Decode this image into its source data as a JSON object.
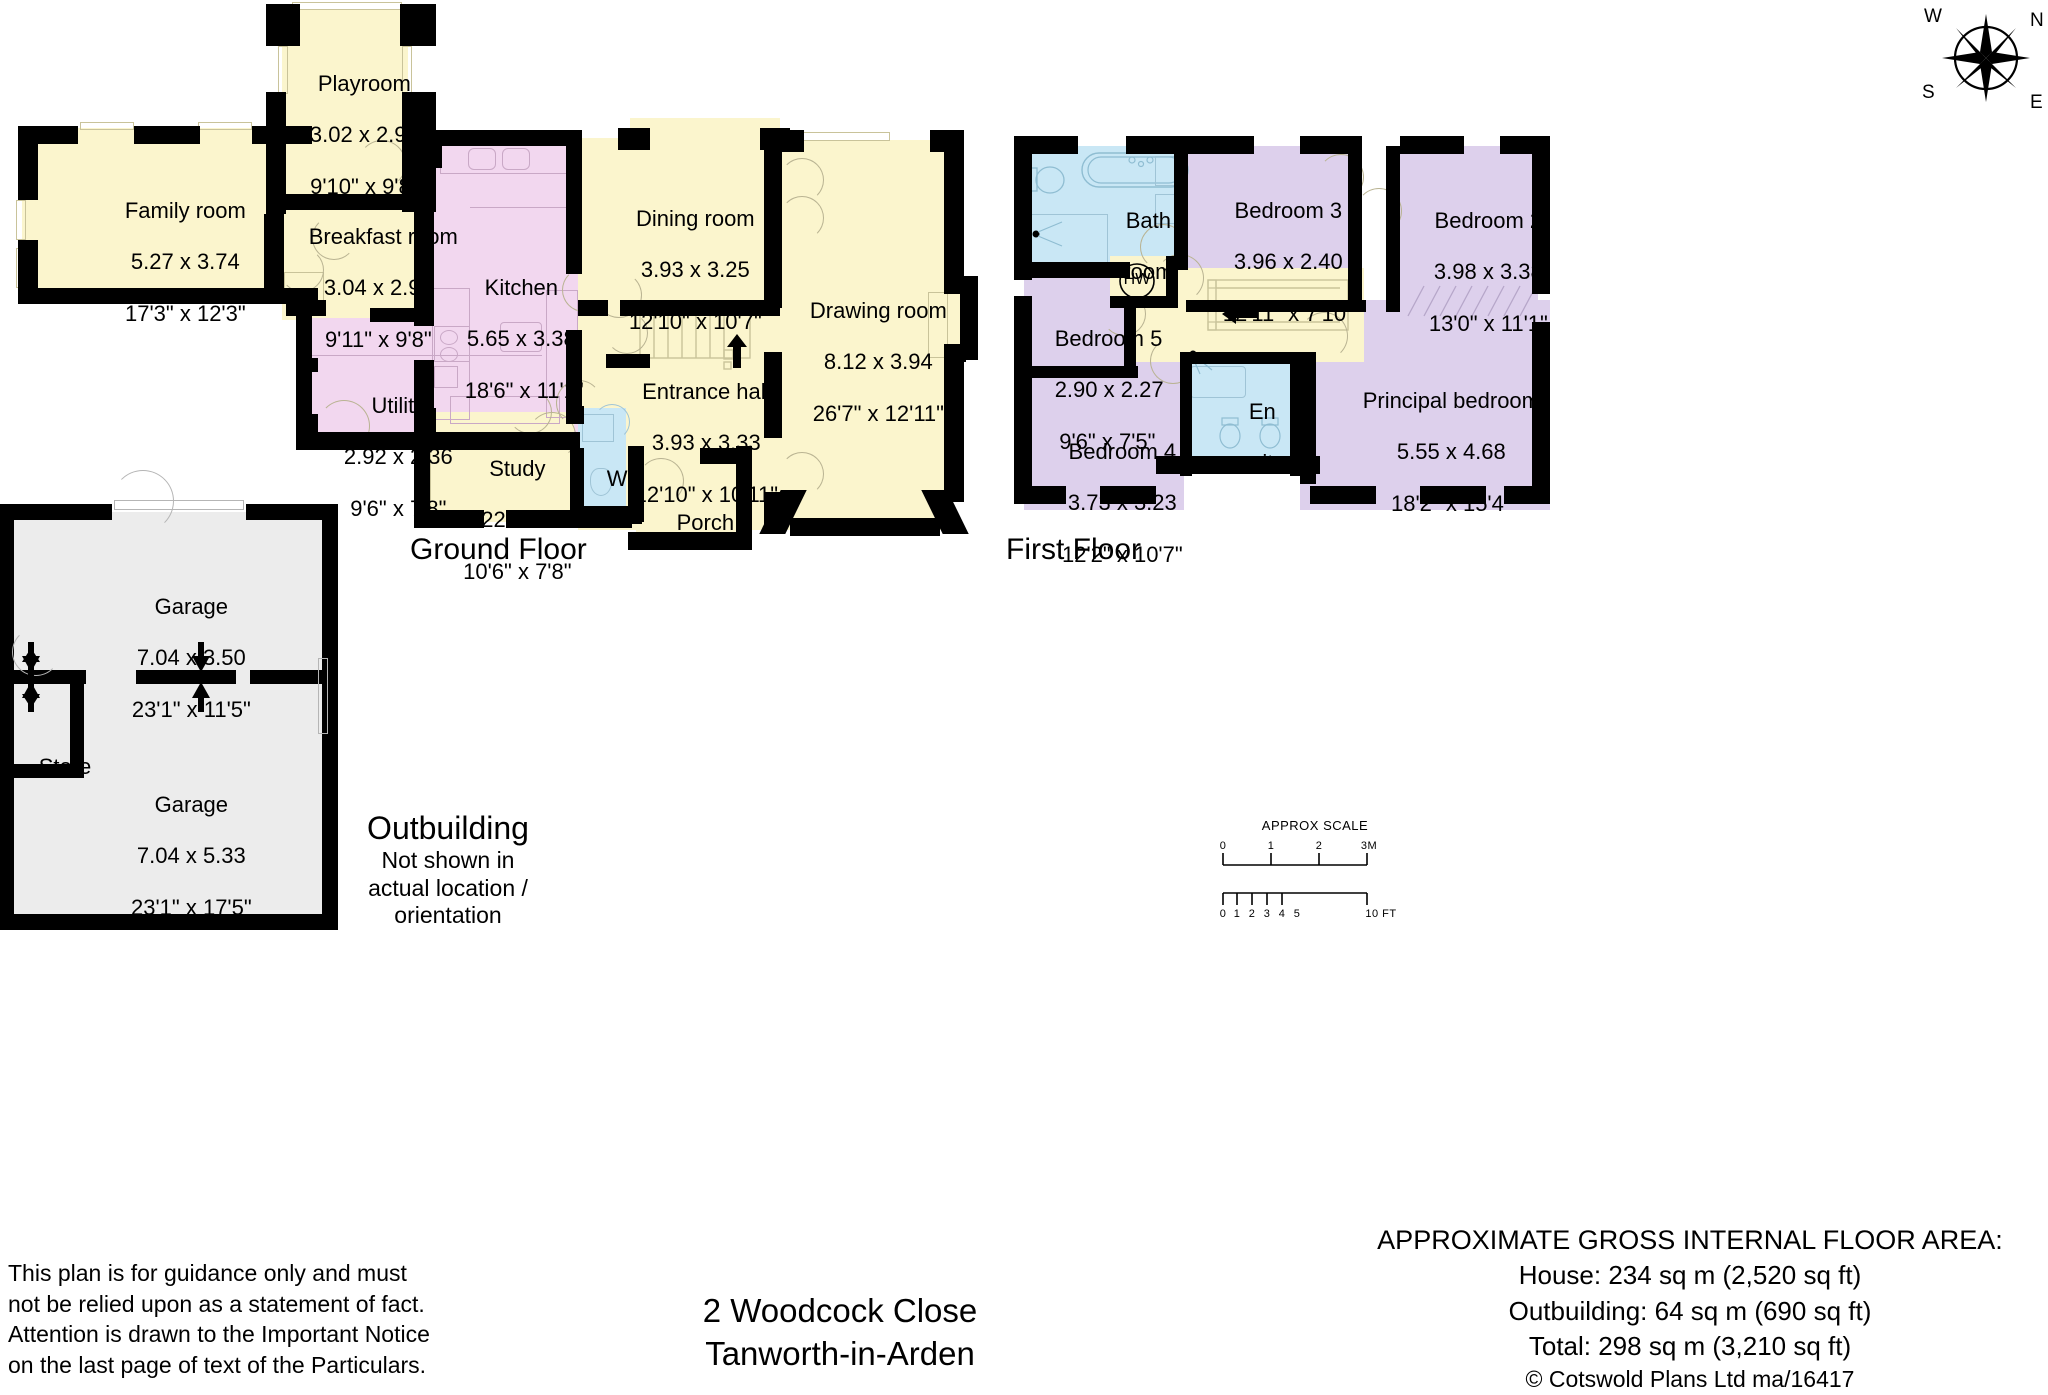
{
  "floors": [
    {
      "id": "ground",
      "title": "Ground Floor"
    },
    {
      "id": "first",
      "title": "First Floor"
    }
  ],
  "ground_floor_rooms": [
    {
      "name": "Playroom",
      "metric": "3.02 x 2.97",
      "imperial": "9'10\" x 9'8\"",
      "color": "#fbf5cd"
    },
    {
      "name": "Family room",
      "metric": "5.27 x 3.74",
      "imperial": "17'3\" x 12'3\"",
      "color": "#fbf5cd"
    },
    {
      "name": "Breakfast room",
      "metric": "3.04 x 2.97",
      "imperial": "9'11\" x 9'8\"",
      "color": "#fbf5cd"
    },
    {
      "name": "Kitchen",
      "metric": "5.65 x 3.38",
      "imperial": "18'6\" x 11'1\"",
      "color": "#f2d7ef"
    },
    {
      "name": "Utility",
      "metric": "2.92 x 2.36",
      "imperial": "9'6\" x 7'8\"",
      "color": "#f2d7ef"
    },
    {
      "name": "Dining room",
      "metric": "3.93 x 3.25",
      "imperial": "12'10\" x 10'7\"",
      "color": "#fbf5cd"
    },
    {
      "name": "Drawing room",
      "metric": "8.12 x 3.94",
      "imperial": "26'7\" x 12'11\"",
      "color": "#fbf5cd"
    },
    {
      "name": "Entrance hall",
      "metric": "3.93 x 3.33",
      "imperial": "12'10\" x 10'11\"",
      "color": "#fbf5cd"
    },
    {
      "name": "Study",
      "metric": "3.22 x 2.34",
      "imperial": "10'6\" x 7'8\"",
      "color": "#fbf5cd"
    },
    {
      "name": "WC",
      "metric": "",
      "imperial": "",
      "color": "#c9e7f5"
    },
    {
      "name": "Porch",
      "metric": "",
      "imperial": "",
      "color": "#fbf5cd"
    }
  ],
  "first_floor_rooms": [
    {
      "name": "Bath\nroom",
      "metric": "",
      "imperial": "",
      "color": "#c9e7f5"
    },
    {
      "name": "Bedroom 3",
      "metric": "3.96 x 2.40",
      "imperial": "12'11\" x 7'10\"",
      "color": "#ddd0ec"
    },
    {
      "name": "Bedroom 2",
      "metric": "3.98 x 3.38",
      "imperial": "13'0\" x 11'1\"",
      "color": "#ddd0ec"
    },
    {
      "name": "Bedroom 5",
      "metric": "2.90 x 2.27",
      "imperial": "9'6\" x 7'5\"",
      "color": "#ddd0ec"
    },
    {
      "name": "Bedroom 4",
      "metric": "3.73 x 3.23",
      "imperial": "12'2\" x 10'7\"",
      "color": "#ddd0ec"
    },
    {
      "name": "Principal bedroom",
      "metric": "5.55 x 4.68",
      "imperial": "18'2\" x 15'4\"",
      "color": "#ddd0ec"
    },
    {
      "name": "En\nsuite",
      "metric": "",
      "imperial": "",
      "color": "#c9e7f5"
    },
    {
      "name": "HW",
      "metric": "",
      "imperial": "",
      "color": "#fbf5cd"
    }
  ],
  "outbuilding": {
    "title": "Outbuilding",
    "subtitle": "Not shown in\nactual location /\norientation",
    "rooms": [
      {
        "name": "Garage",
        "metric": "7.04 x 3.50",
        "imperial": "23'1\" x 11'5\""
      },
      {
        "name": "Garage",
        "metric": "7.04 x 5.33",
        "imperial": "23'1\" x 17'5\""
      },
      {
        "name": "Store",
        "metric": "",
        "imperial": ""
      }
    ]
  },
  "compass": {
    "n": "N",
    "e": "E",
    "s": "S",
    "w": "W"
  },
  "scale": {
    "title": "APPROX SCALE",
    "metric_ticks": [
      "0",
      "1",
      "2",
      "3M"
    ],
    "imperial_ticks": [
      "0",
      "1",
      "2",
      "3",
      "4",
      "5"
    ],
    "imperial_end": "10 FT"
  },
  "disclaimer": "This plan is for guidance only and must\nnot be relied upon as a statement of fact.\nAttention is drawn to the Important Notice\non the last page of text of the Particulars.",
  "address": {
    "line1": "2 Woodcock Close",
    "line2": "Tanworth-in-Arden"
  },
  "area_info": {
    "heading": "APPROXIMATE GROSS INTERNAL FLOOR AREA:",
    "house": "House: 234 sq m (2,520 sq ft)",
    "outbuilding": "Outbuilding: 64 sq m (690 sq ft)",
    "total": "Total: 298 sq m (3,210 sq ft)",
    "copyright": "© Cotswold Plans Ltd ma/16417"
  },
  "colors": {
    "yellow": "#fbf5cd",
    "pink": "#f2d7ef",
    "blue": "#c9e7f5",
    "purple": "#ddd0ec",
    "grey": "#ececec",
    "wall": "#000000"
  }
}
